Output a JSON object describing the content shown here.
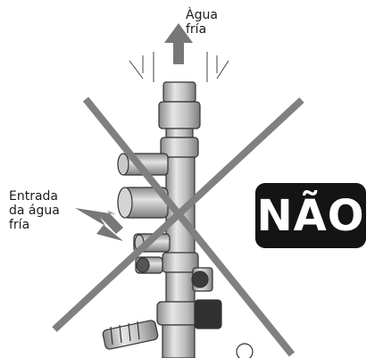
{
  "labels": {
    "outlet": "Àgua\nfría",
    "inlet": "Entrada\nda água\nfría"
  },
  "badge": {
    "text": "NÃO"
  },
  "colors": {
    "cross": "#808080",
    "badge_bg": "#141414",
    "badge_text": "#ffffff",
    "arrow": "#777777",
    "metal": "#b8b8b8"
  }
}
